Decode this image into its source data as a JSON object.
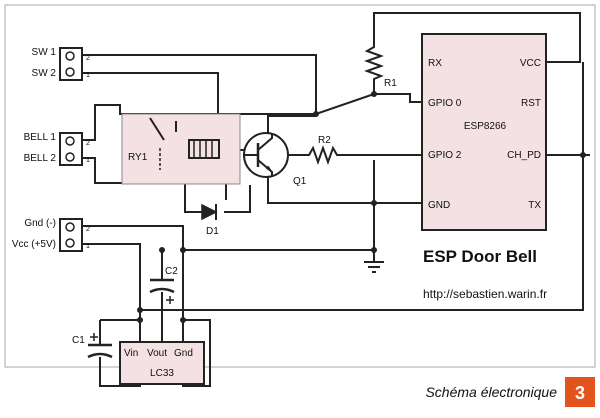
{
  "connectors": {
    "switch": {
      "pin1": "SW 1",
      "pin2": "SW 2"
    },
    "bell": {
      "pin1": "BELL 1",
      "pin2": "BELL 2"
    },
    "power": {
      "pin1": "Gnd (-)",
      "pin2": "Vcc (+5V)"
    },
    "pin_number_top": "2",
    "pin_number_bottom": "1"
  },
  "components": {
    "r1": "R1",
    "r2": "R2",
    "q1": "Q1",
    "ry1": "RY1",
    "d1": "D1",
    "c1": "C1",
    "c2": "C2",
    "regulator": {
      "name": "LC33",
      "vin": "Vin",
      "vout": "Vout",
      "gnd": "Gnd"
    }
  },
  "esp": {
    "name": "ESP8266",
    "left_pins": [
      "RX",
      "GPIO 0",
      "GPIO 2",
      "GND"
    ],
    "right_pins": [
      "VCC",
      "RST",
      "CH_PD",
      "TX"
    ]
  },
  "title": "ESP Door Bell",
  "url": "http://sebastien.warin.fr",
  "caption": "Schéma électronique",
  "figure_number": "3",
  "colors": {
    "component_fill": "#f3e1e3",
    "line": "#222222",
    "badge": "#e2541c",
    "border": "#999999"
  }
}
